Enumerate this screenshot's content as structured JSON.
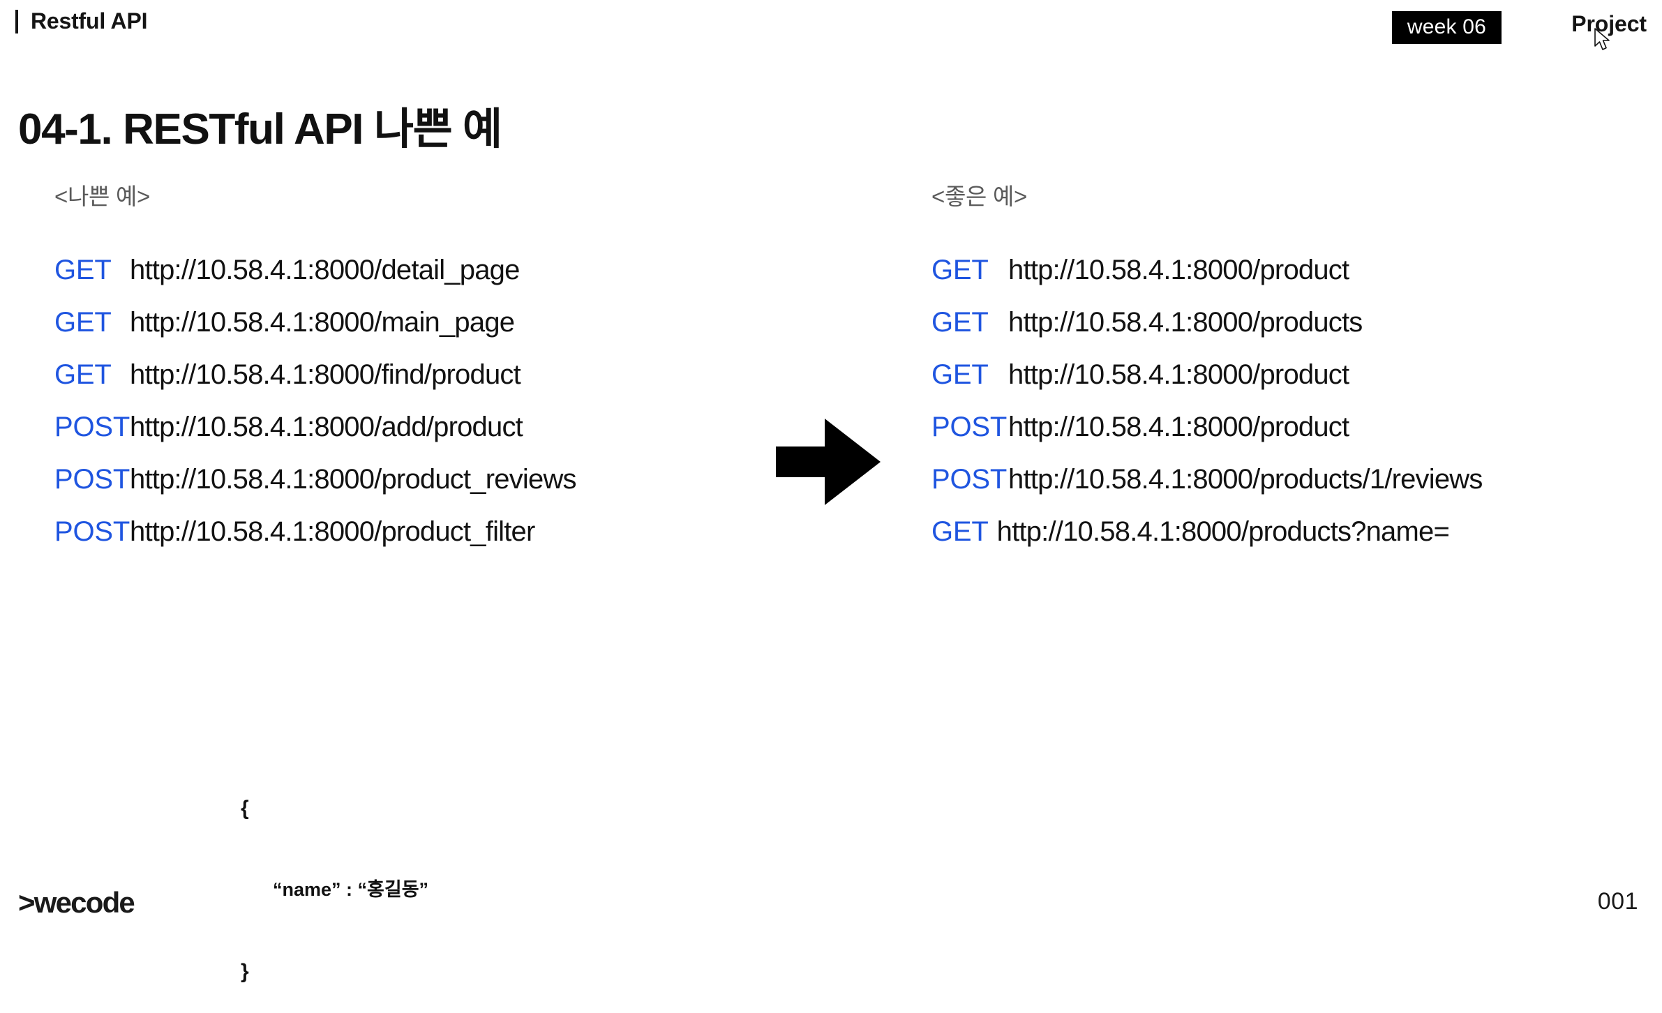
{
  "header": {
    "kicker": "Restful API",
    "week_badge": "week 06",
    "project_label": "Project",
    "badge_bg": "#000000",
    "badge_fg": "#ffffff"
  },
  "title": "04-1. RESTful API 나쁜 예",
  "colors": {
    "method_blue": "#1f55e0",
    "url_black": "#121212",
    "caption_gray": "#5a5a5a"
  },
  "bad": {
    "caption": "<나쁜 예>",
    "rows": [
      {
        "method": "GET",
        "url": "http://10.58.4.1:8000/detail_page"
      },
      {
        "method": "GET",
        "url": "http://10.58.4.1:8000/main_page"
      },
      {
        "method": "GET",
        "url": "http://10.58.4.1:8000/find/product"
      },
      {
        "method": "POST",
        "url": "http://10.58.4.1:8000/add/product"
      },
      {
        "method": "POST",
        "url": "http://10.58.4.1:8000/product_reviews"
      },
      {
        "method": "POST",
        "url": "http://10.58.4.1:8000/product_filter"
      }
    ]
  },
  "good": {
    "caption": "<좋은 예>",
    "rows": [
      {
        "method": "GET",
        "url": "http://10.58.4.1:8000/product"
      },
      {
        "method": "GET",
        "url": "http://10.58.4.1:8000/products"
      },
      {
        "method": "GET",
        "url": "http://10.58.4.1:8000/product"
      },
      {
        "method": "POST",
        "url": "http://10.58.4.1:8000/product"
      },
      {
        "method": "POST",
        "url": "http://10.58.4.1:8000/products/1/reviews"
      },
      {
        "method": "GET",
        "url": "http://10.58.4.1:8000/products?name="
      }
    ]
  },
  "arrow_icon": "right-arrow-icon",
  "json_snippet": {
    "open_brace": "{",
    "body": "“name” : “홍길동”",
    "close_brace": "}"
  },
  "footer": {
    "logo": ">wecode",
    "page_number": "001"
  }
}
